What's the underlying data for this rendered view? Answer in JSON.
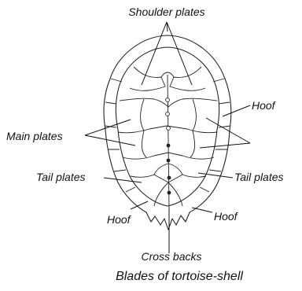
{
  "labels": {
    "shoulder_plates": "Shoulder plates",
    "hoof_upper": "Hoof",
    "main_plates": "Main plates",
    "tail_plates_left": "Tail plates",
    "tail_plates_right": "Tail plates",
    "hoof_lower_left": "Hoof",
    "hoof_lower_right": "Hoof",
    "cross_backs": "Cross backs"
  },
  "caption": "Blades of tortoise-shell"
}
